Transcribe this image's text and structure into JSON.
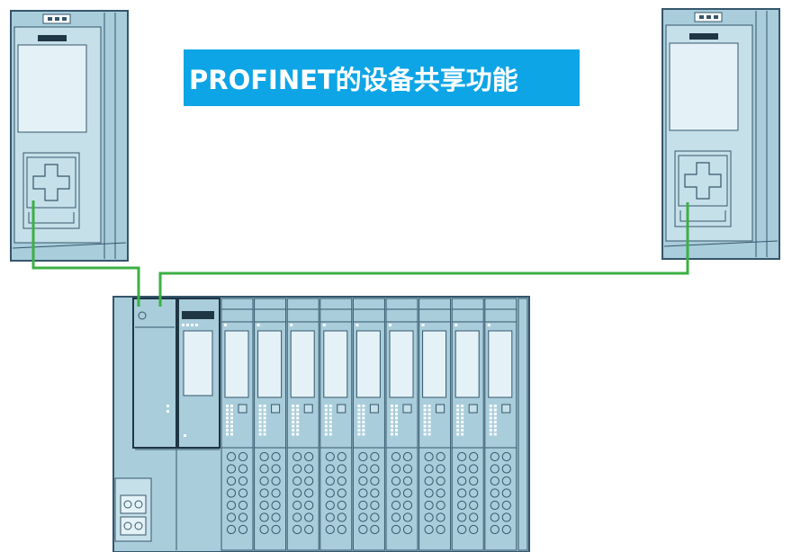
{
  "title": "PROFINET的设备共享功能",
  "colors": {
    "title_background": "#0ea5e6",
    "title_text": "#ffffff",
    "device_fill": "#a9cddb",
    "device_light": "#c6e0ea",
    "device_screen": "#e4f2f7",
    "device_outline": "#35566b",
    "module_dark": "#1f3645",
    "network_cable": "#3cb043"
  },
  "diagram": {
    "controllers": [
      "cpu-left",
      "cpu-right"
    ],
    "io_station": {
      "interface_modules": 1,
      "io_modules": 9
    },
    "connections": [
      {
        "from": "cpu-left-port",
        "to": "io-station-port-1",
        "type": "profinet-cable"
      },
      {
        "from": "cpu-right-port",
        "to": "io-station-port-2",
        "type": "profinet-cable"
      }
    ]
  }
}
